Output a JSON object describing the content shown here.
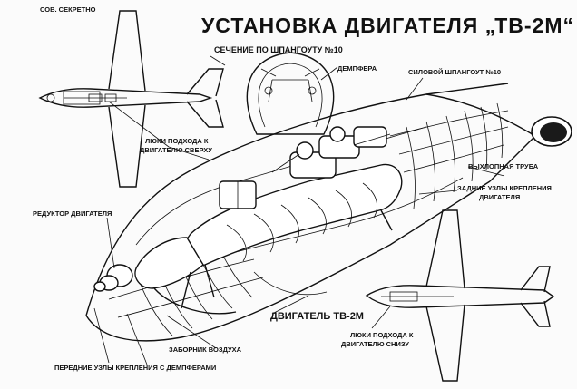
{
  "stamp": "СОВ. СЕКРЕТНО",
  "title": "УСТАНОВКА ДВИГАТЕЛЯ „ТВ-2М“",
  "labels": {
    "section": "СЕЧЕНИЕ ПО ШПАНГОУТУ №10",
    "damper": "ДЕМПФЕРА",
    "frame": "СИЛОВОЙ ШПАНГОУТ №10",
    "hatch_top_1": "ЛЮКИ ПОДХОДА К",
    "hatch_top_2": "ДВИГАТЕЛЮ СВЕРХУ",
    "exhaust": "ВЫХЛОПНАЯ ТРУБА",
    "rear_mounts_1": "ЗАДНИЕ УЗЛЫ КРЕПЛЕНИЯ",
    "rear_mounts_2": "ДВИГАТЕЛЯ",
    "gearbox": "РЕДУКТОР ДВИГАТЕЛЯ",
    "engine": "ДВИГАТЕЛЬ ТВ-2М",
    "hatch_bottom_1": "ЛЮКИ ПОДХОДА К",
    "hatch_bottom_2": "ДВИГАТЕЛЮ СНИЗУ",
    "air_intake": "ЗАБОРНИК ВОЗДУХА",
    "front_mounts": "ПЕРЕДНИЕ УЗЛЫ КРЕПЛЕНИЯ С ДЕМПФЕРАМИ"
  }
}
